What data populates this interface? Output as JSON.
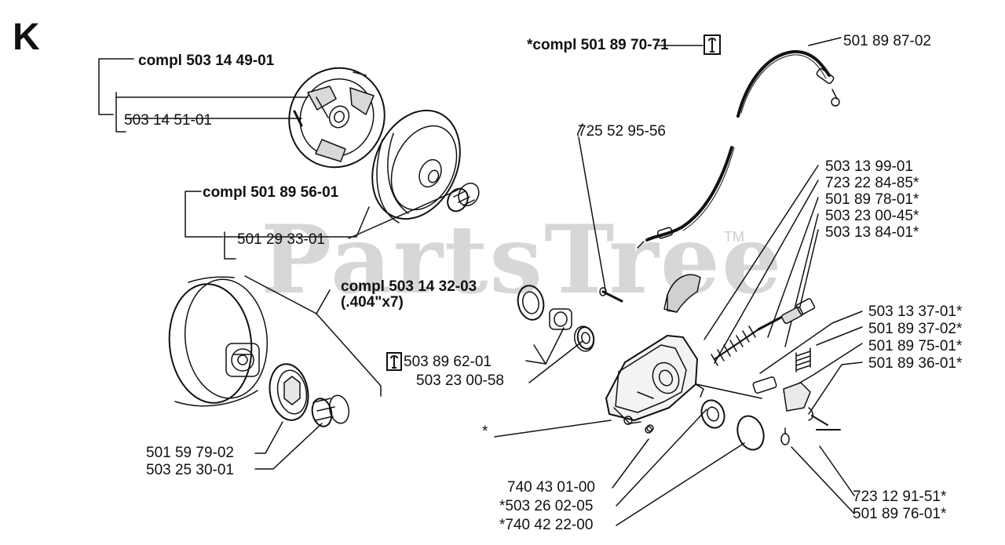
{
  "diagram": {
    "section_letter": "K",
    "watermark": {
      "text": "PartsTree",
      "trademark": "TM"
    },
    "labels": {
      "compl_503_14_49_01": "compl 503 14 49-01",
      "part_503_14_51_01": "503 14 51-01",
      "compl_501_89_56_01": "compl 501 89 56-01",
      "part_501_29_33_01": "501 29 33-01",
      "compl_503_14_32_03": "compl 503 14 32-03",
      "compl_503_14_32_03_sub": "(.404\"x7)",
      "part_501_59_79_02": "501 59 79-02",
      "part_503_25_30_01": "503 25 30-01",
      "compl_501_89_70_71": "*compl 501 89 70-71",
      "part_501_89_87_02": "501 89 87-02",
      "part_725_52_95_56": "725 52 95-56",
      "part_503_13_99_01": "503 13 99-01",
      "part_723_22_84_85": "723 22 84-85*",
      "part_501_89_78_01": "501 89 78-01*",
      "part_503_23_00_45": "503 23 00-45*",
      "part_503_13_84_01": "503 13 84-01*",
      "part_503_13_37_01": "503 13 37-01*",
      "part_501_89_37_02": "501 89 37-02*",
      "part_501_89_75_01": "501 89 75-01*",
      "part_501_89_36_01": "501 89 36-01*",
      "part_503_89_62_01": "503 89 62-01",
      "part_503_23_00_58": "503 23 00-58",
      "star": "*",
      "part_740_43_01_00": "740 43 01-00",
      "part_503_26_02_05": "*503 26 02-05",
      "part_740_42_22_00": "*740 42 22-00",
      "part_723_12_91_51": "723 12 91-51*",
      "part_501_89_76_01": "501 89 76-01*"
    },
    "icons": {
      "tool_icon": "wrench-icon"
    },
    "colors": {
      "line": "#111111",
      "watermark": "#6e6e6e"
    }
  }
}
